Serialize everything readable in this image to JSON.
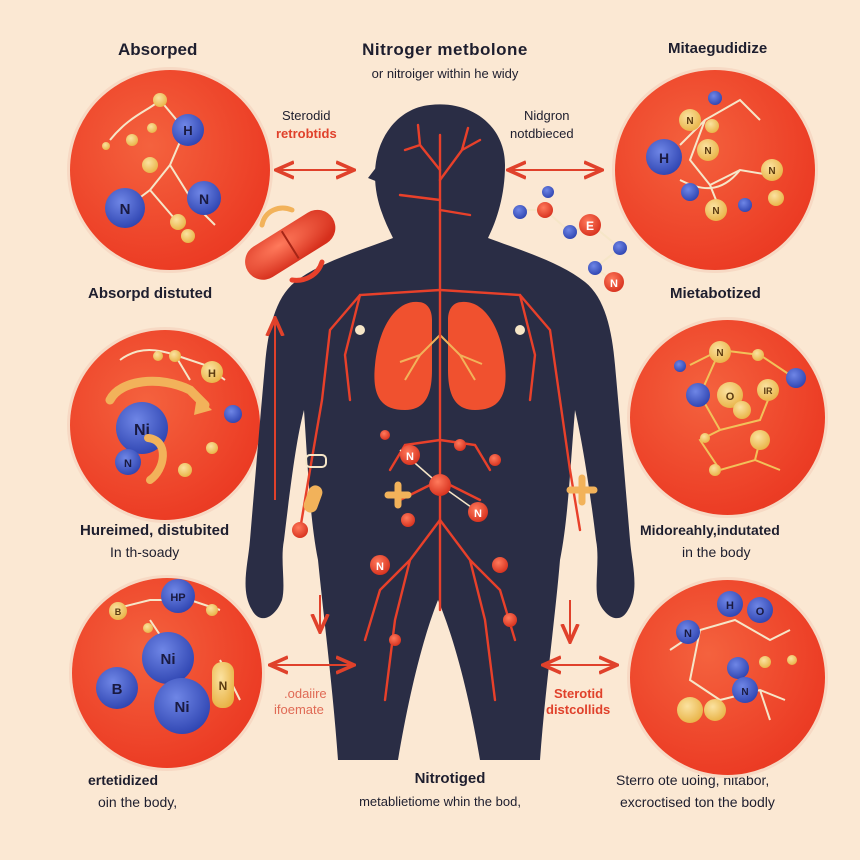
{
  "header": {
    "title": "Nitroger metbolone",
    "subtitle": "or nitroiger within he widy"
  },
  "labels": {
    "top_left": "Absorped",
    "top_right": "Mitaegudidize",
    "mid_left": "Absorpd distuted",
    "mid_right": "Mietabotized",
    "lower_left_1": "Hureimed, distubited",
    "lower_left_2": "In th-soady",
    "lower_right_1": "Midoreahly,indutated",
    "lower_right_2": "in the body",
    "bottom_left_1": "ertetidized",
    "bottom_left_2": "oin the body,",
    "bottom_center_1": "Nitrotiged",
    "bottom_center_2": "metablietiome whin the bod,",
    "bottom_right_1": "Sterro ote uoing, nitabor,",
    "bottom_right_2": "excroctised  ton the bodly",
    "arrow_left_top_1": "Sterodid",
    "arrow_left_top_2": "retrobtids",
    "arrow_right_top_1": "Nidgron",
    "arrow_right_top_2": "notdbieced",
    "arrow_left_bottom_1": ".odaiire",
    "arrow_left_bottom_2": "ifoemate",
    "arrow_right_bottom_1": "Sterotid",
    "arrow_right_bottom_2": "distcollids"
  },
  "atoms": {
    "n": "N",
    "h": "H",
    "ni": "Ni",
    "hp": "HP",
    "b": "B",
    "o": "O",
    "ir": "IR",
    "e": "E"
  },
  "colors": {
    "background": "#fbe8d3",
    "circle": "#ec3d25",
    "body": "#2a2d45",
    "vessel": "#e8402a",
    "atom_blue": "#3f58c8",
    "atom_yellow": "#f2c15a"
  }
}
